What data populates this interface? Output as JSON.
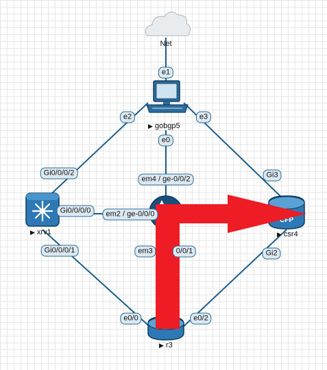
{
  "nodes": {
    "net": {
      "label": "Net"
    },
    "gobgp5": {
      "label": "gobgp5"
    },
    "xrv1": {
      "label": "xrv1"
    },
    "csr4": {
      "label": "csr4",
      "badge": "CFP"
    },
    "r3": {
      "label": "r3"
    }
  },
  "interfaces": {
    "gobgp5_e1": "e1",
    "gobgp5_e2": "e2",
    "gobgp5_e3": "e3",
    "gobgp5_e0": "e0",
    "xrv1_gi002": "Gi0/0/0/2",
    "xrv1_gi000": "Gi0/0/0/0",
    "xrv1_gi001": "Gi0/0/0/1",
    "csr4_gi3": "Gi3",
    "csr4_gi2": "Gi2",
    "r3_e00": "e0/0",
    "r3_e02": "e0/2",
    "mid_em4": "em4 / ge-0/0/2",
    "mid_em2": "em2 / ge-0/0/0",
    "mid_em3": "em3",
    "mid_em3_tail": "0/0/1"
  },
  "colors": {
    "link": "#1f5f8c",
    "router_fill": "#2e79b5",
    "arrow": "#ee1c25"
  }
}
